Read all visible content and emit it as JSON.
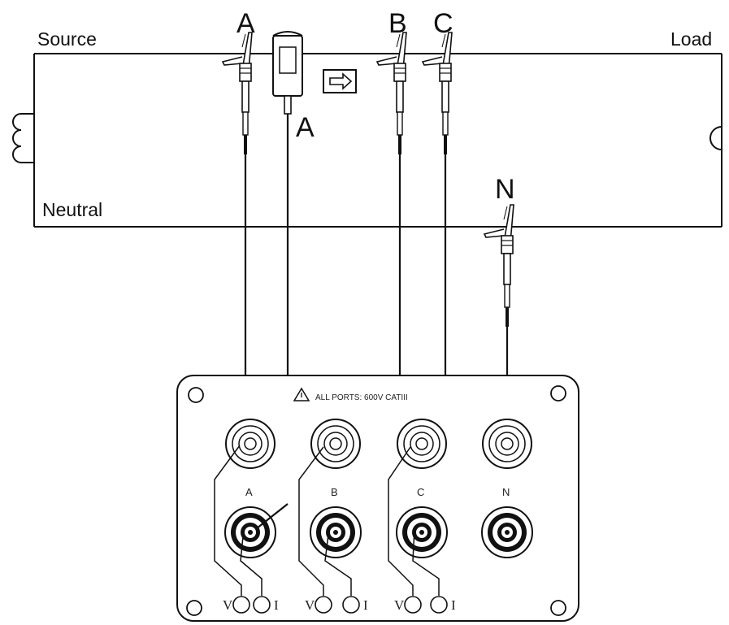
{
  "labels": {
    "source": "Source",
    "load": "Load",
    "neutral": "Neutral",
    "probe_a": "A",
    "probe_b": "B",
    "probe_c": "C",
    "probe_n": "N",
    "clamp_a": "A"
  },
  "panel": {
    "warning": "ALL PORTS: 600V CATIII",
    "channels": [
      "A",
      "B",
      "C",
      "N"
    ],
    "terminals": [
      "V",
      "I",
      "V",
      "I",
      "V",
      "I"
    ]
  },
  "icons": {
    "direction": "arrow-right-icon",
    "warning": "warning-triangle-icon"
  },
  "colors": {
    "line": "#111111",
    "background": "#ffffff"
  }
}
